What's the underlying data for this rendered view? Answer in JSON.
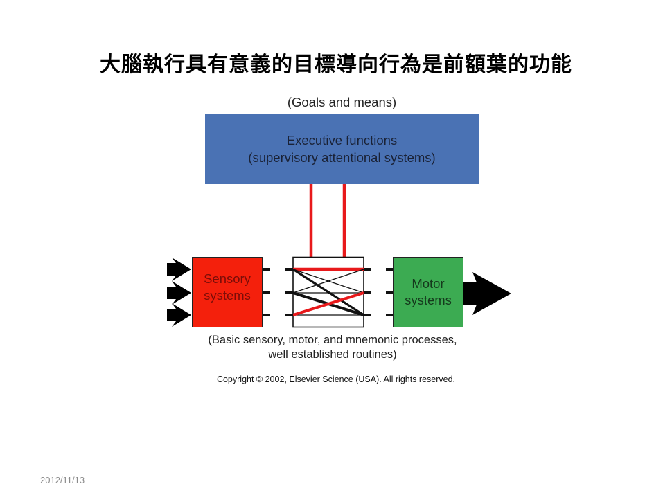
{
  "slide": {
    "title": "大腦執行具有意義的目標導向行為是前額葉的功能",
    "date": "2012/11/13"
  },
  "diagram": {
    "goals_label": "(Goals and means)",
    "executive_box": {
      "line1": "Executive functions",
      "line2": "(supervisory attentional systems)",
      "color": "#4a72b4"
    },
    "sensory_box": {
      "line1": "Sensory",
      "line2": "systems",
      "color": "#f4200c"
    },
    "motor_box": {
      "line1": "Motor",
      "line2": "systems",
      "color": "#3cab52"
    },
    "switch_box": {
      "description": "routing matrix connecting three sensory outputs to three motor inputs",
      "control_color": "#e8191b"
    },
    "input_arrows_count": 3,
    "output_arrow": "output-arrow",
    "basic_label": {
      "line1": "(Basic sensory, motor, and mnemonic processes,",
      "line2": "well established routines)"
    },
    "copyright": "Copyright © 2002, Elsevier Science (USA). All rights reserved."
  }
}
